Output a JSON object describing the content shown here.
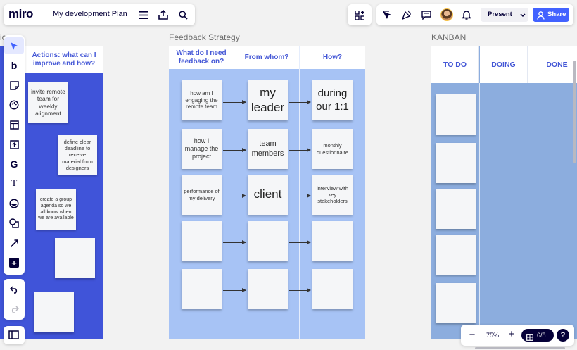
{
  "app": {
    "logo": "miro",
    "board_name": "My development Plan"
  },
  "toolbar_top_left": {
    "menu_icon": "hamburger-menu-icon",
    "export_icon": "upload-icon",
    "search_icon": "search-icon"
  },
  "toolbar_top_right": {
    "present_label": "Present",
    "share_label": "Share",
    "accent": "#4262ff"
  },
  "left_tools": [
    {
      "name": "select-tool-icon",
      "glyph": "➤"
    },
    {
      "name": "text-b-tool-icon",
      "glyph": "b"
    },
    {
      "name": "sticky-note-tool-icon",
      "glyph": "▢"
    },
    {
      "name": "palette-tool-icon",
      "glyph": "◍"
    },
    {
      "name": "template-tool-icon",
      "glyph": "▤"
    },
    {
      "name": "upload-tool-icon",
      "glyph": "⇪"
    },
    {
      "name": "google-tool-icon",
      "glyph": "G"
    },
    {
      "name": "text-tool-icon",
      "glyph": "T"
    },
    {
      "name": "emoji-tool-icon",
      "glyph": "☻"
    },
    {
      "name": "shapes-tool-icon",
      "glyph": "◰"
    },
    {
      "name": "pen-tool-icon",
      "glyph": "➚"
    },
    {
      "name": "add-more-tool-icon",
      "glyph": "+"
    }
  ],
  "history": {
    "undo": "↶",
    "redo": "↷"
  },
  "frames": {
    "actions": {
      "header": "Actions: what can I improve and how?",
      "left_cut_label": "ic",
      "notes": [
        "invite remote team for weekly alignment",
        "define clear deadline to receive material from designers",
        "create a group agenda so we all know when we are available",
        "",
        ""
      ]
    },
    "feedback": {
      "title": "Feedback Strategy",
      "columns": [
        "What do I need feedback on?",
        "From whom?",
        "How?"
      ],
      "rows": [
        [
          "how am I engaging the remote team",
          "my leader",
          "during our 1:1"
        ],
        [
          "how I manage the project",
          "team members",
          "monthly questionnaire"
        ],
        [
          "performance of my delivery",
          "client",
          "interview with key stakeholders"
        ],
        [
          "",
          "",
          ""
        ],
        [
          "",
          "",
          ""
        ]
      ]
    },
    "kanban": {
      "title": "KANBAN",
      "columns": [
        "TO DO",
        "DOING",
        "DONE"
      ]
    }
  },
  "zoom": {
    "level": "75%",
    "minus": "−",
    "plus": "+",
    "pages": "6/8",
    "help": "?"
  },
  "colors": {
    "actions_bg": "#4054d9",
    "feedback_bg": "#a7c3f5",
    "kanban_bg": "#8cadde",
    "board_bg": "#f2f2f2"
  }
}
